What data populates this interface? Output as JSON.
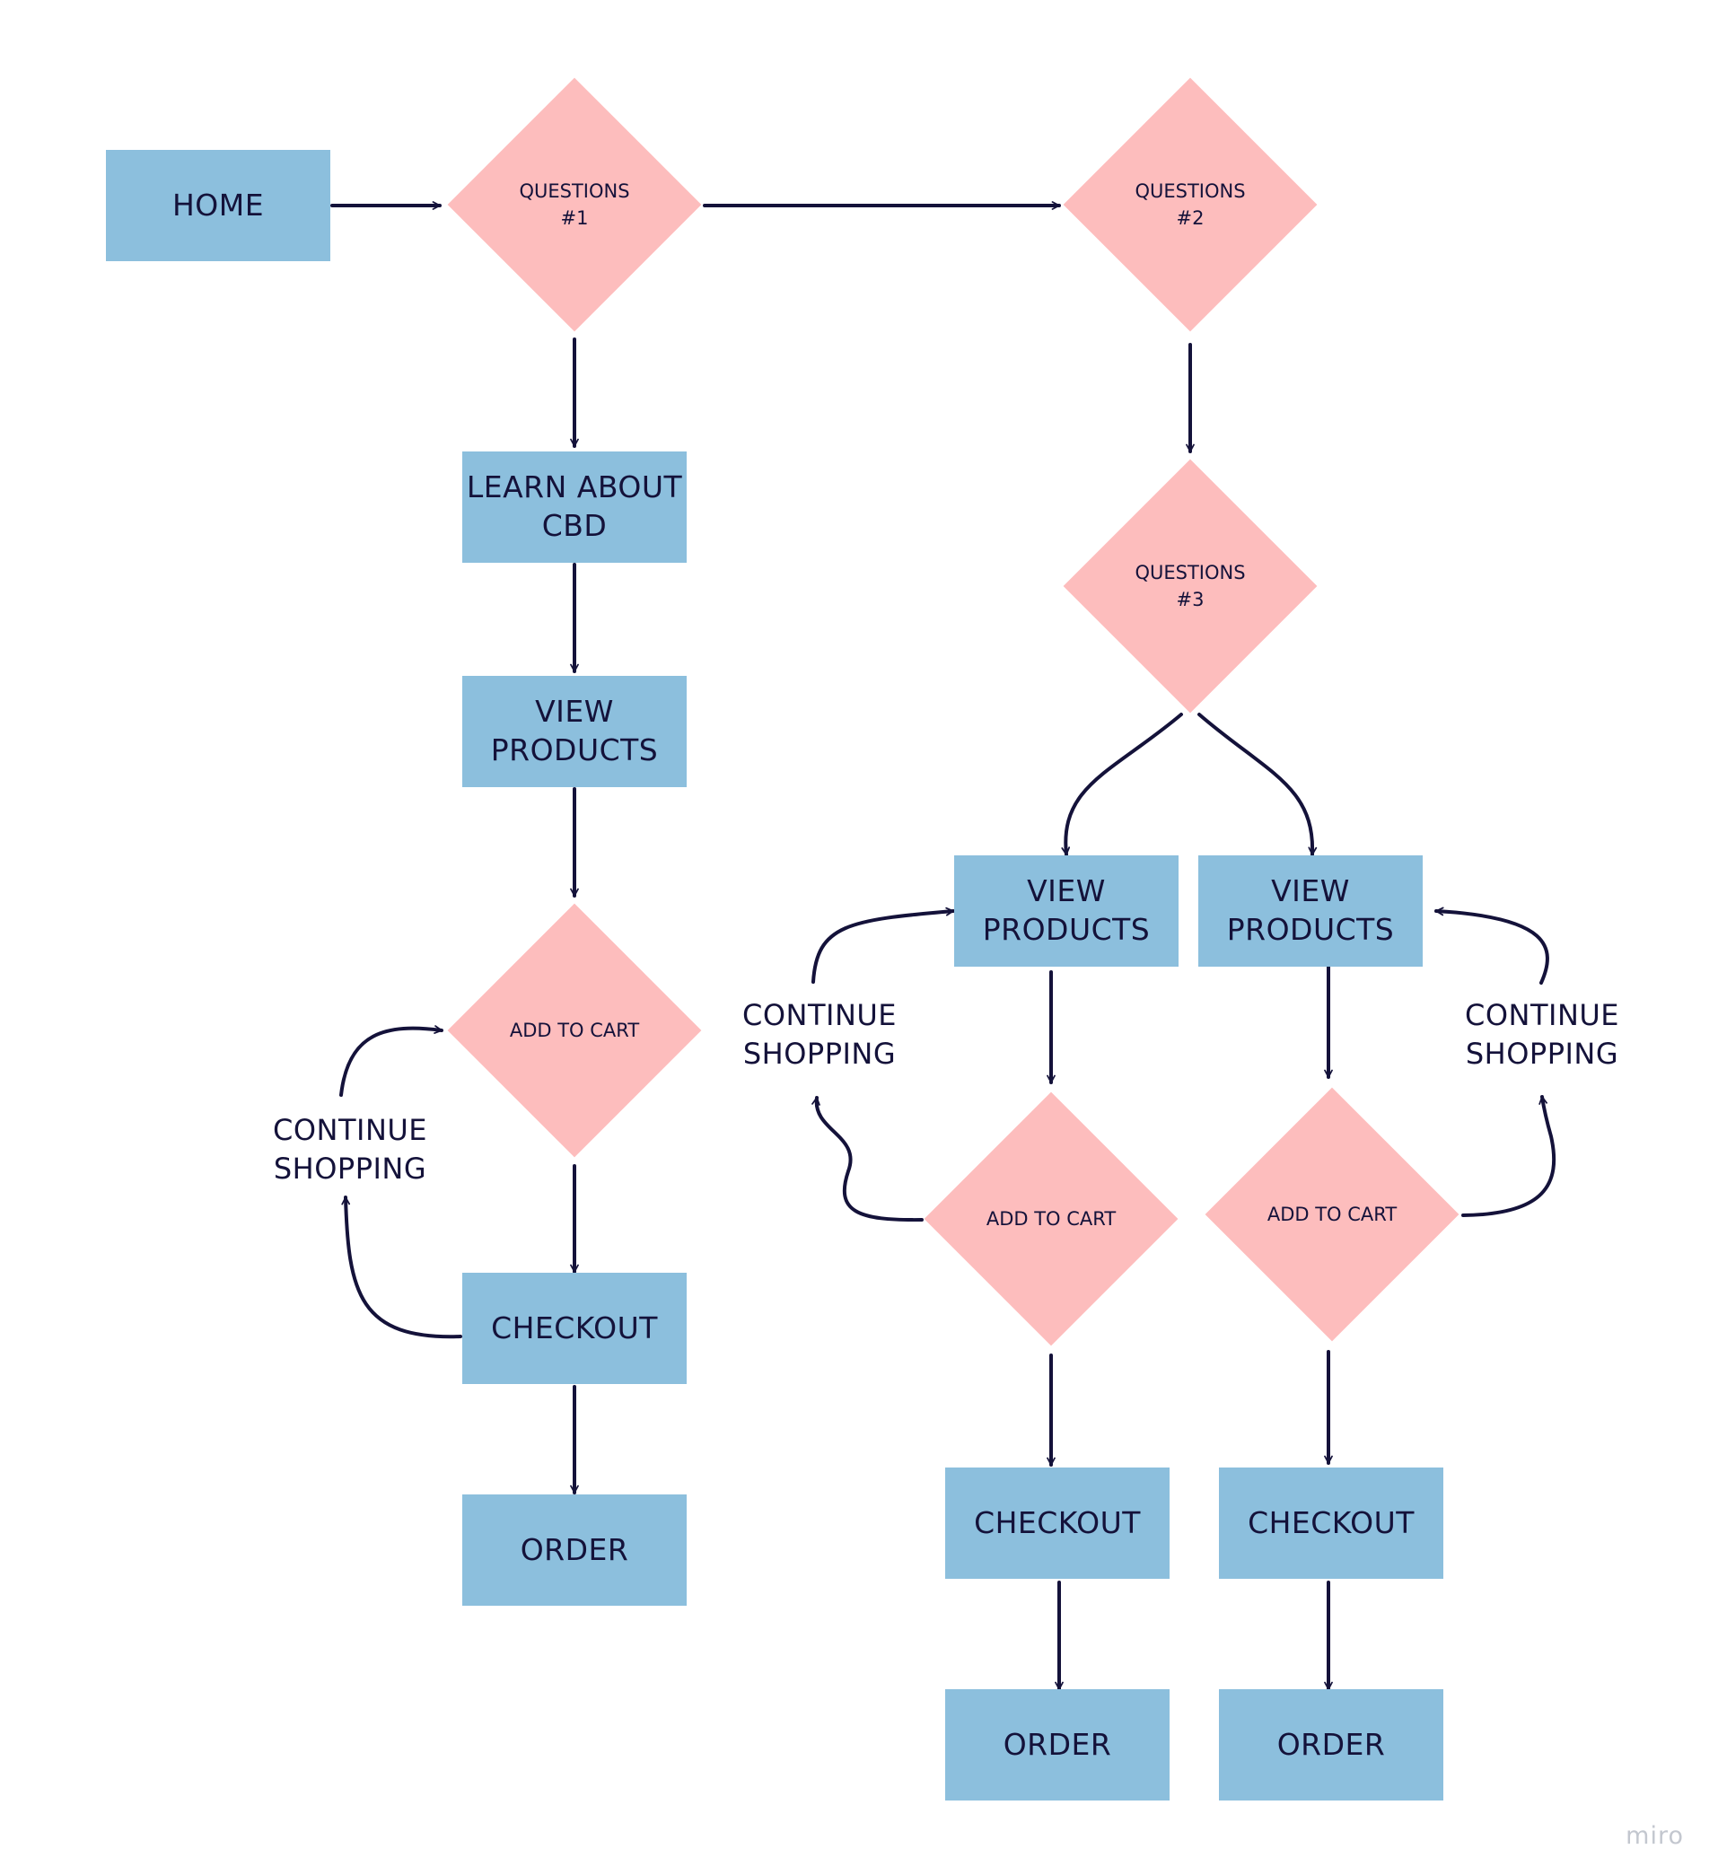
{
  "colors": {
    "process": "#8cbfdd",
    "decision": "#fdbdbd",
    "ink": "#14123a",
    "watermark": "#c3c7cf"
  },
  "nodes": {
    "home": "HOME",
    "questions_1": "QUESTIONS\n#1",
    "questions_2": "QUESTIONS\n#2",
    "questions_3": "QUESTIONS\n#3",
    "learn_about_cbd": "LEARN ABOUT\nCBD",
    "view_products_a": "VIEW\nPRODUCTS",
    "add_to_cart_a": "ADD TO CART",
    "checkout_a": "CHECKOUT",
    "order_a": "ORDER",
    "view_products_b": "VIEW\nPRODUCTS",
    "view_products_c": "VIEW\nPRODUCTS",
    "add_to_cart_b": "ADD TO CART",
    "add_to_cart_c": "ADD TO CART",
    "checkout_b": "CHECKOUT",
    "checkout_c": "CHECKOUT",
    "order_b": "ORDER",
    "order_c": "ORDER"
  },
  "labels": {
    "continue_a": "CONTINUE\nSHOPPING",
    "continue_b": "CONTINUE\nSHOPPING",
    "continue_c": "CONTINUE\nSHOPPING"
  },
  "watermark": "miro"
}
